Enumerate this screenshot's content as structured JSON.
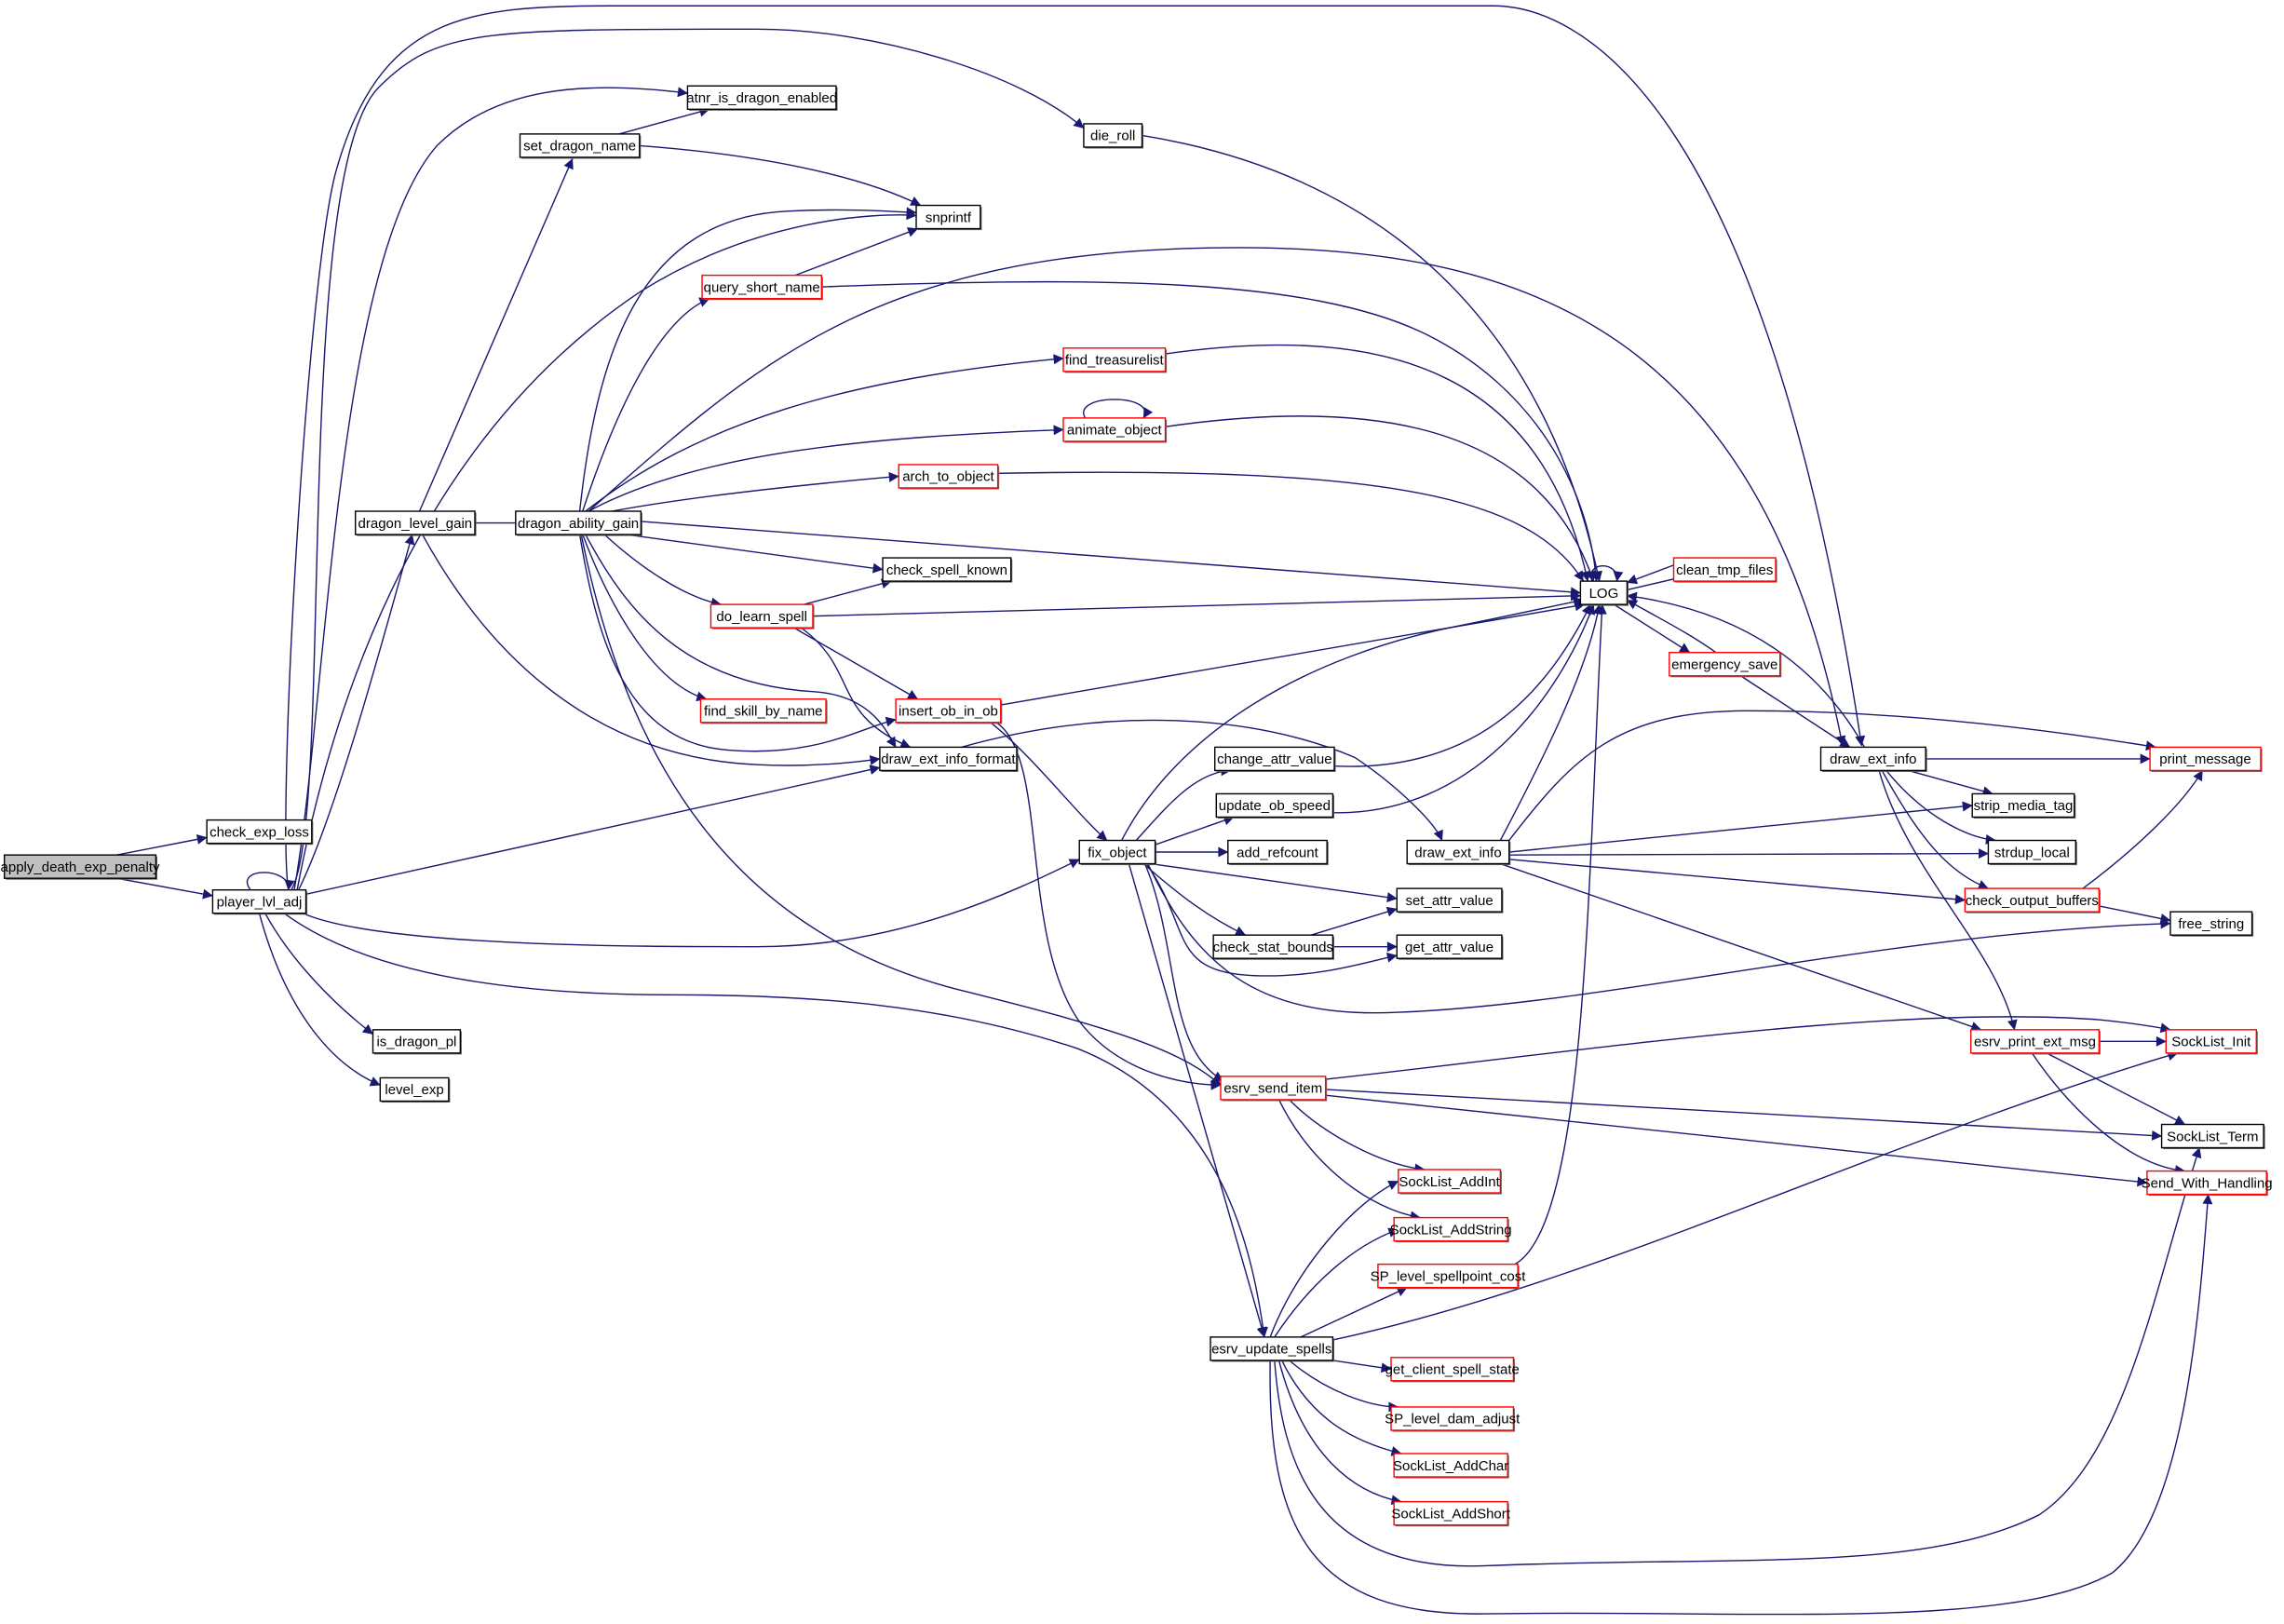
{
  "diagram": {
    "type": "call-graph",
    "colors": {
      "edge": "#191970",
      "node_border": "#000000",
      "truncated_node_border": "#ff0000",
      "root_fill": "#bfbfbf",
      "node_fill": "#ffffff"
    },
    "nodes": [
      {
        "id": "apply_death_exp_penalty",
        "label": "apply_death_exp_penalty",
        "style": "root"
      },
      {
        "id": "check_exp_loss",
        "label": "check_exp_loss",
        "style": "normal"
      },
      {
        "id": "player_lvl_adj",
        "label": "player_lvl_adj",
        "style": "normal"
      },
      {
        "id": "is_dragon_pl",
        "label": "is_dragon_pl",
        "style": "normal"
      },
      {
        "id": "level_exp",
        "label": "level_exp",
        "style": "normal"
      },
      {
        "id": "dragon_level_gain",
        "label": "dragon_level_gain",
        "style": "normal"
      },
      {
        "id": "dragon_ability_gain",
        "label": "dragon_ability_gain",
        "style": "normal"
      },
      {
        "id": "set_dragon_name",
        "label": "set_dragon_name",
        "style": "normal"
      },
      {
        "id": "atnr_is_dragon_enabled",
        "label": "atnr_is_dragon_enabled",
        "style": "normal"
      },
      {
        "id": "snprintf",
        "label": "snprintf",
        "style": "normal"
      },
      {
        "id": "query_short_name",
        "label": "query_short_name",
        "style": "truncated"
      },
      {
        "id": "die_roll",
        "label": "die_roll",
        "style": "normal"
      },
      {
        "id": "find_treasurelist",
        "label": "find_treasurelist",
        "style": "truncated"
      },
      {
        "id": "animate_object",
        "label": "animate_object",
        "style": "truncated"
      },
      {
        "id": "arch_to_object",
        "label": "arch_to_object",
        "style": "truncated"
      },
      {
        "id": "check_spell_known",
        "label": "check_spell_known",
        "style": "normal"
      },
      {
        "id": "do_learn_spell",
        "label": "do_learn_spell",
        "style": "truncated"
      },
      {
        "id": "find_skill_by_name",
        "label": "find_skill_by_name",
        "style": "truncated"
      },
      {
        "id": "insert_ob_in_ob",
        "label": "insert_ob_in_ob",
        "style": "truncated"
      },
      {
        "id": "draw_ext_info_format",
        "label": "draw_ext_info_format",
        "style": "normal"
      },
      {
        "id": "LOG",
        "label": "LOG",
        "style": "normal"
      },
      {
        "id": "clean_tmp_files",
        "label": "clean_tmp_files",
        "style": "truncated"
      },
      {
        "id": "emergency_save",
        "label": "emergency_save",
        "style": "truncated"
      },
      {
        "id": "draw_ext_info_r",
        "label": "draw_ext_info",
        "style": "normal"
      },
      {
        "id": "print_message",
        "label": "print_message",
        "style": "truncated"
      },
      {
        "id": "strip_media_tag",
        "label": "strip_media_tag",
        "style": "normal"
      },
      {
        "id": "strdup_local",
        "label": "strdup_local",
        "style": "normal"
      },
      {
        "id": "check_output_buffers",
        "label": "check_output_buffers",
        "style": "truncated"
      },
      {
        "id": "free_string",
        "label": "free_string",
        "style": "normal"
      },
      {
        "id": "change_attr_value",
        "label": "change_attr_value",
        "style": "normal"
      },
      {
        "id": "update_ob_speed",
        "label": "update_ob_speed",
        "style": "normal"
      },
      {
        "id": "add_refcount",
        "label": "add_refcount",
        "style": "normal"
      },
      {
        "id": "fix_object",
        "label": "fix_object",
        "style": "normal"
      },
      {
        "id": "draw_ext_info_m",
        "label": "draw_ext_info",
        "style": "normal"
      },
      {
        "id": "set_attr_value",
        "label": "set_attr_value",
        "style": "normal"
      },
      {
        "id": "check_stat_bounds",
        "label": "check_stat_bounds",
        "style": "normal"
      },
      {
        "id": "get_attr_value",
        "label": "get_attr_value",
        "style": "normal"
      },
      {
        "id": "esrv_send_item",
        "label": "esrv_send_item",
        "style": "truncated"
      },
      {
        "id": "esrv_print_ext_msg",
        "label": "esrv_print_ext_msg",
        "style": "truncated"
      },
      {
        "id": "SockList_Init",
        "label": "SockList_Init",
        "style": "truncated"
      },
      {
        "id": "SockList_Term",
        "label": "SockList_Term",
        "style": "normal"
      },
      {
        "id": "Send_With_Handling",
        "label": "Send_With_Handling",
        "style": "truncated"
      },
      {
        "id": "SockList_AddInt",
        "label": "SockList_AddInt",
        "style": "truncated"
      },
      {
        "id": "SockList_AddString",
        "label": "SockList_AddString",
        "style": "truncated"
      },
      {
        "id": "SP_level_spellpoint_cost",
        "label": "SP_level_spellpoint_cost",
        "style": "truncated"
      },
      {
        "id": "esrv_update_spells",
        "label": "esrv_update_spells",
        "style": "normal"
      },
      {
        "id": "get_client_spell_state",
        "label": "get_client_spell_state",
        "style": "truncated"
      },
      {
        "id": "SP_level_dam_adjust",
        "label": "SP_level_dam_adjust",
        "style": "truncated"
      },
      {
        "id": "SockList_AddChar",
        "label": "SockList_AddChar",
        "style": "truncated"
      },
      {
        "id": "SockList_AddShort",
        "label": "SockList_AddShort",
        "style": "truncated"
      }
    ],
    "edges": [
      [
        "apply_death_exp_penalty",
        "check_exp_loss"
      ],
      [
        "apply_death_exp_penalty",
        "player_lvl_adj"
      ],
      [
        "player_lvl_adj",
        "player_lvl_adj"
      ],
      [
        "player_lvl_adj",
        "is_dragon_pl"
      ],
      [
        "player_lvl_adj",
        "level_exp"
      ],
      [
        "player_lvl_adj",
        "dragon_level_gain"
      ],
      [
        "player_lvl_adj",
        "atnr_is_dragon_enabled"
      ],
      [
        "player_lvl_adj",
        "snprintf"
      ],
      [
        "player_lvl_adj",
        "die_roll"
      ],
      [
        "player_lvl_adj",
        "draw_ext_info_r"
      ],
      [
        "player_lvl_adj",
        "draw_ext_info_format"
      ],
      [
        "player_lvl_adj",
        "fix_object"
      ],
      [
        "player_lvl_adj",
        "esrv_update_spells"
      ],
      [
        "dragon_level_gain",
        "dragon_ability_gain"
      ],
      [
        "dragon_level_gain",
        "set_dragon_name"
      ],
      [
        "dragon_level_gain",
        "draw_ext_info_format"
      ],
      [
        "set_dragon_name",
        "atnr_is_dragon_enabled"
      ],
      [
        "set_dragon_name",
        "snprintf"
      ],
      [
        "dragon_ability_gain",
        "snprintf"
      ],
      [
        "dragon_ability_gain",
        "query_short_name"
      ],
      [
        "dragon_ability_gain",
        "find_treasurelist"
      ],
      [
        "dragon_ability_gain",
        "animate_object"
      ],
      [
        "dragon_ability_gain",
        "arch_to_object"
      ],
      [
        "dragon_ability_gain",
        "LOG"
      ],
      [
        "dragon_ability_gain",
        "check_spell_known"
      ],
      [
        "dragon_ability_gain",
        "do_learn_spell"
      ],
      [
        "dragon_ability_gain",
        "find_skill_by_name"
      ],
      [
        "dragon_ability_gain",
        "insert_ob_in_ob"
      ],
      [
        "dragon_ability_gain",
        "draw_ext_info_format"
      ],
      [
        "dragon_ability_gain",
        "draw_ext_info_r"
      ],
      [
        "dragon_ability_gain",
        "esrv_send_item"
      ],
      [
        "query_short_name",
        "snprintf"
      ],
      [
        "query_short_name",
        "LOG"
      ],
      [
        "die_roll",
        "LOG"
      ],
      [
        "find_treasurelist",
        "LOG"
      ],
      [
        "animate_object",
        "animate_object"
      ],
      [
        "animate_object",
        "LOG"
      ],
      [
        "arch_to_object",
        "LOG"
      ],
      [
        "do_learn_spell",
        "check_spell_known"
      ],
      [
        "do_learn_spell",
        "LOG"
      ],
      [
        "do_learn_spell",
        "insert_ob_in_ob"
      ],
      [
        "do_learn_spell",
        "draw_ext_info_format"
      ],
      [
        "insert_ob_in_ob",
        "LOG"
      ],
      [
        "insert_ob_in_ob",
        "fix_object"
      ],
      [
        "insert_ob_in_ob",
        "esrv_send_item"
      ],
      [
        "draw_ext_info_format",
        "draw_ext_info_m"
      ],
      [
        "LOG",
        "LOG"
      ],
      [
        "LOG",
        "clean_tmp_files"
      ],
      [
        "LOG",
        "emergency_save"
      ],
      [
        "clean_tmp_files",
        "LOG"
      ],
      [
        "emergency_save",
        "LOG"
      ],
      [
        "emergency_save",
        "draw_ext_info_r"
      ],
      [
        "draw_ext_info_r",
        "LOG"
      ],
      [
        "draw_ext_info_r",
        "print_message"
      ],
      [
        "draw_ext_info_r",
        "strip_media_tag"
      ],
      [
        "draw_ext_info_r",
        "strdup_local"
      ],
      [
        "draw_ext_info_r",
        "check_output_buffers"
      ],
      [
        "draw_ext_info_r",
        "esrv_print_ext_msg"
      ],
      [
        "check_output_buffers",
        "print_message"
      ],
      [
        "check_output_buffers",
        "free_string"
      ],
      [
        "fix_object",
        "LOG"
      ],
      [
        "fix_object",
        "change_attr_value"
      ],
      [
        "fix_object",
        "update_ob_speed"
      ],
      [
        "fix_object",
        "add_refcount"
      ],
      [
        "fix_object",
        "set_attr_value"
      ],
      [
        "fix_object",
        "check_stat_bounds"
      ],
      [
        "fix_object",
        "get_attr_value"
      ],
      [
        "fix_object",
        "free_string"
      ],
      [
        "fix_object",
        "esrv_send_item"
      ],
      [
        "fix_object",
        "esrv_update_spells"
      ],
      [
        "change_attr_value",
        "LOG"
      ],
      [
        "update_ob_speed",
        "LOG"
      ],
      [
        "check_stat_bounds",
        "set_attr_value"
      ],
      [
        "check_stat_bounds",
        "get_attr_value"
      ],
      [
        "draw_ext_info_m",
        "LOG"
      ],
      [
        "draw_ext_info_m",
        "print_message"
      ],
      [
        "draw_ext_info_m",
        "strip_media_tag"
      ],
      [
        "draw_ext_info_m",
        "strdup_local"
      ],
      [
        "draw_ext_info_m",
        "check_output_buffers"
      ],
      [
        "draw_ext_info_m",
        "esrv_print_ext_msg"
      ],
      [
        "esrv_print_ext_msg",
        "SockList_Init"
      ],
      [
        "esrv_print_ext_msg",
        "SockList_Term"
      ],
      [
        "esrv_print_ext_msg",
        "Send_With_Handling"
      ],
      [
        "esrv_send_item",
        "SockList_Init"
      ],
      [
        "esrv_send_item",
        "SockList_Term"
      ],
      [
        "esrv_send_item",
        "Send_With_Handling"
      ],
      [
        "esrv_send_item",
        "SockList_AddInt"
      ],
      [
        "esrv_send_item",
        "SockList_AddString"
      ],
      [
        "esrv_update_spells",
        "SockList_AddInt"
      ],
      [
        "esrv_update_spells",
        "SockList_AddString"
      ],
      [
        "esrv_update_spells",
        "SP_level_spellpoint_cost"
      ],
      [
        "esrv_update_spells",
        "SockList_Init"
      ],
      [
        "esrv_update_spells",
        "get_client_spell_state"
      ],
      [
        "esrv_update_spells",
        "SP_level_dam_adjust"
      ],
      [
        "esrv_update_spells",
        "SockList_AddChar"
      ],
      [
        "esrv_update_spells",
        "SockList_AddShort"
      ],
      [
        "esrv_update_spells",
        "SockList_Term"
      ],
      [
        "esrv_update_spells",
        "Send_With_Handling"
      ],
      [
        "SP_level_spellpoint_cost",
        "LOG"
      ]
    ]
  }
}
